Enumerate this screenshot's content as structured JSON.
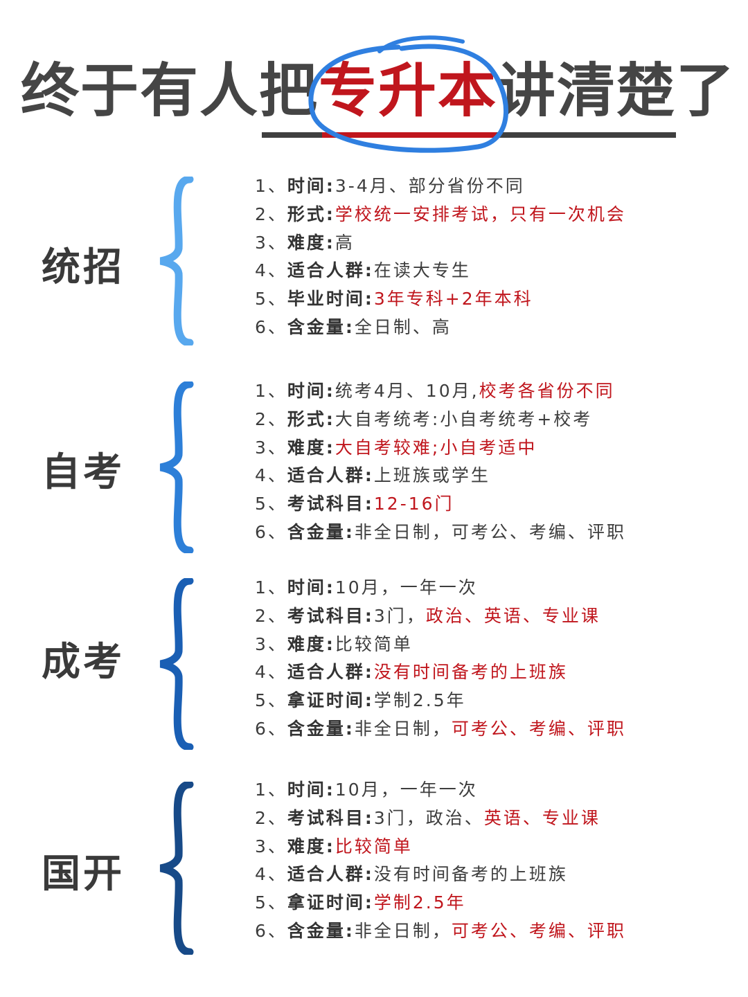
{
  "title": {
    "part1": "终于有人把",
    "accent": "专升本",
    "part2": "讲清楚了"
  },
  "colors": {
    "accent_red": "#c0161d",
    "circle_blue": "#2f7fe0",
    "text_dark": "#3d3d3d"
  },
  "sections": [
    {
      "label": "统招",
      "brace_color": "#58a8ee",
      "items": [
        {
          "num": "1、",
          "label": "时间:",
          "segments": [
            {
              "text": "3-4月、部分省份不同",
              "red": false
            }
          ]
        },
        {
          "num": "2、",
          "label": "形式:",
          "segments": [
            {
              "text": "学校统一安排考试，只有一次机会",
              "red": true
            }
          ]
        },
        {
          "num": "3、",
          "label": "难度:",
          "segments": [
            {
              "text": "高",
              "red": false
            }
          ]
        },
        {
          "num": "4、",
          "label": "适合人群:",
          "segments": [
            {
              "text": "在读大专生",
              "red": false
            }
          ]
        },
        {
          "num": "5、",
          "label": "毕业时间:",
          "segments": [
            {
              "text": "3年专科+2年本科",
              "red": true
            }
          ]
        },
        {
          "num": "6、",
          "label": "含金量:",
          "segments": [
            {
              "text": "全日制、高",
              "red": false
            }
          ]
        }
      ]
    },
    {
      "label": "自考",
      "brace_color": "#2d7fd8",
      "items": [
        {
          "num": "1、",
          "label": "时间:",
          "segments": [
            {
              "text": "统考4月、10月,",
              "red": false
            },
            {
              "text": "校考各省份不同",
              "red": true
            }
          ]
        },
        {
          "num": "2、",
          "label": "形式:",
          "segments": [
            {
              "text": "大自考统考:小自考统考+校考",
              "red": false
            }
          ]
        },
        {
          "num": "3、",
          "label": "难度:",
          "segments": [
            {
              "text": "大自考较难;小自考适中",
              "red": true
            }
          ]
        },
        {
          "num": "4、",
          "label": "适合人群:",
          "segments": [
            {
              "text": "上班族或学生",
              "red": false
            }
          ]
        },
        {
          "num": "5、",
          "label": "考试科目:",
          "segments": [
            {
              "text": "12-16门",
              "red": true
            }
          ]
        },
        {
          "num": "6、",
          "label": "含金量:",
          "segments": [
            {
              "text": "非全日制，可考公、考编、评职",
              "red": false
            }
          ]
        }
      ]
    },
    {
      "label": "成考",
      "brace_color": "#1a5fb4",
      "items": [
        {
          "num": "1、",
          "label": "时间:",
          "segments": [
            {
              "text": "10月，一年一次",
              "red": false
            }
          ]
        },
        {
          "num": "2、",
          "label": "考试科目:",
          "segments": [
            {
              "text": "3门，",
              "red": false
            },
            {
              "text": "政治、英语、专业课",
              "red": true
            }
          ]
        },
        {
          "num": "3、",
          "label": "难度:",
          "segments": [
            {
              "text": "比较简单",
              "red": false
            }
          ]
        },
        {
          "num": "4、",
          "label": "适合人群:",
          "segments": [
            {
              "text": "没有时间备考的上班族",
              "red": true
            }
          ]
        },
        {
          "num": "5、",
          "label": "拿证时间:",
          "segments": [
            {
              "text": "学制2.5年",
              "red": false
            }
          ]
        },
        {
          "num": "6、",
          "label": "含金量:",
          "segments": [
            {
              "text": "非全日制，",
              "red": false
            },
            {
              "text": "可考公、考编、评职",
              "red": true
            }
          ]
        }
      ]
    },
    {
      "label": "国开",
      "brace_color": "#174a88",
      "items": [
        {
          "num": "1、",
          "label": "时间:",
          "segments": [
            {
              "text": "10月，一年一次",
              "red": false
            }
          ]
        },
        {
          "num": "2、",
          "label": "考试科目:",
          "segments": [
            {
              "text": "3门，政治、",
              "red": false
            },
            {
              "text": "英语、专业课",
              "red": true
            }
          ]
        },
        {
          "num": "3、",
          "label": "难度:",
          "segments": [
            {
              "text": "比较简单",
              "red": true
            }
          ]
        },
        {
          "num": "4、",
          "label": "适合人群:",
          "segments": [
            {
              "text": "没有时间备考的上班族",
              "red": false
            }
          ]
        },
        {
          "num": "5、",
          "label": "拿证时间:",
          "segments": [
            {
              "text": "学制2.5年",
              "red": true
            }
          ]
        },
        {
          "num": "6、",
          "label": "含金量:",
          "segments": [
            {
              "text": "非全日制，",
              "red": false
            },
            {
              "text": "可考公、考编、评职",
              "red": true
            }
          ]
        }
      ]
    }
  ]
}
